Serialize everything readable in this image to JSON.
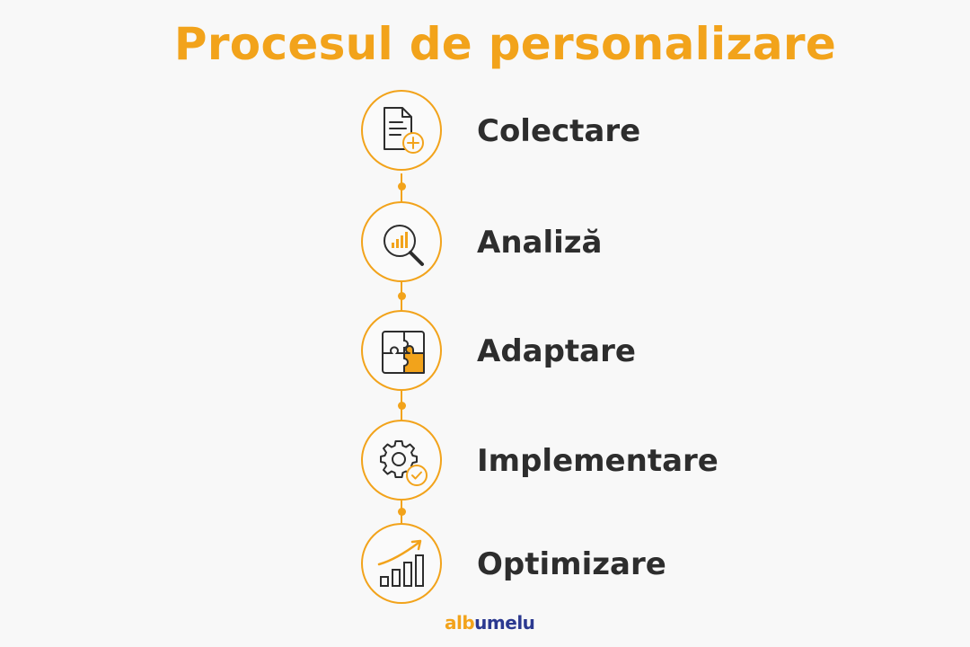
{
  "title": "Procesul de personalizare",
  "colors": {
    "accent": "#F2A31B",
    "text": "#2d2d2d",
    "icon_stroke": "#2d2d2d",
    "background": "#f8f8f8",
    "logo_dark": "#2b3990"
  },
  "steps": [
    {
      "label": "Colectare",
      "icon": "document-add-icon"
    },
    {
      "label": "Analiză",
      "icon": "magnifier-chart-icon"
    },
    {
      "label": "Adaptare",
      "icon": "puzzle-icon"
    },
    {
      "label": "Implementare",
      "icon": "gear-check-icon"
    },
    {
      "label": "Optimizare",
      "icon": "growth-chart-icon"
    }
  ],
  "logo": {
    "part1": "alb",
    "part2": "umelu"
  }
}
